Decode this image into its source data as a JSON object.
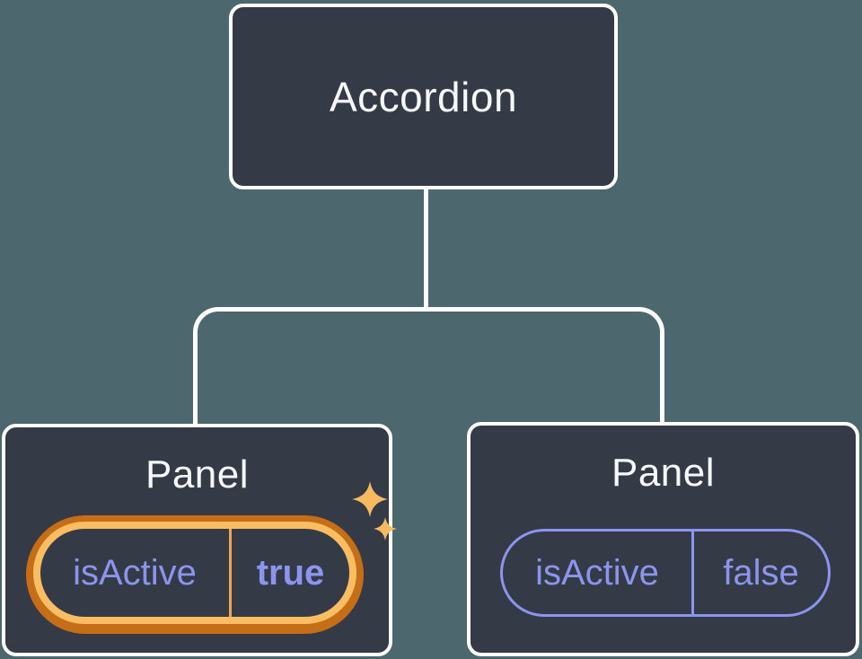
{
  "diagram": {
    "root": {
      "label": "Accordion"
    },
    "panels": [
      {
        "label": "Panel",
        "prop": {
          "name": "isActive",
          "value": "true"
        },
        "highlighted": true
      },
      {
        "label": "Panel",
        "prop": {
          "name": "isActive",
          "value": "false"
        },
        "highlighted": false
      }
    ]
  },
  "icons": [
    {
      "name": "sparkles-icon",
      "glyph": "✦",
      "meaning": "highlight sparkles on active panel prop"
    }
  ],
  "colors": {
    "background": "#4D676E",
    "node_fill": "#343A46",
    "node_border": "#FFFFFF",
    "text_primary": "#F6F7F9",
    "prop_text": "#8C94EE",
    "pill_outline": "#8C94EE",
    "highlight_outer": "#C56E17",
    "highlight_inner": "#FABD62",
    "highlight_divider": "#F0A750",
    "sparkle": "#F8BA60"
  }
}
